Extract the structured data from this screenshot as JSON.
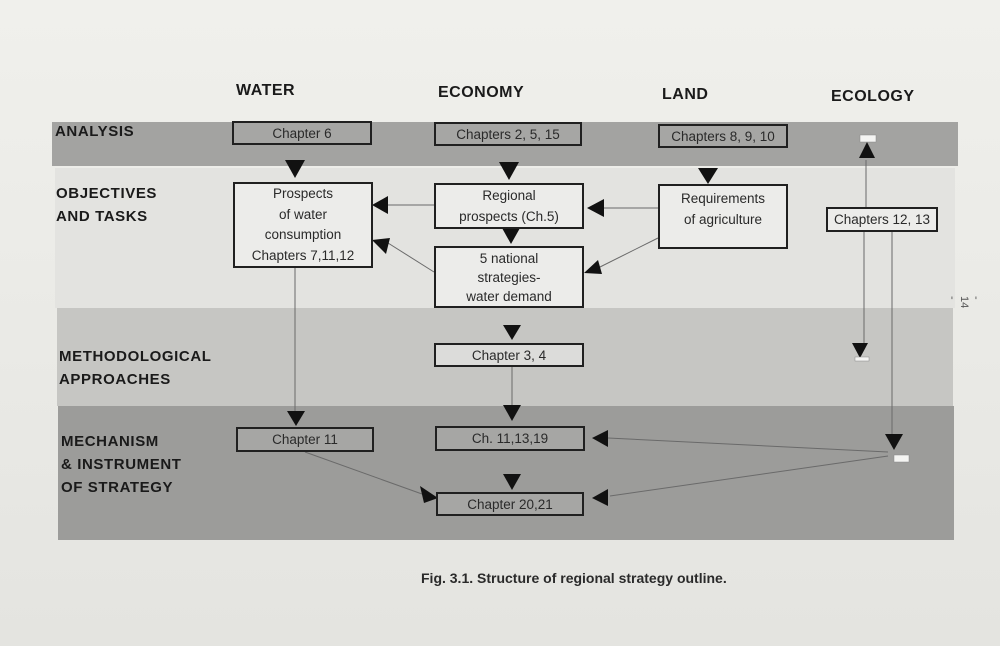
{
  "columns": {
    "water": "WATER",
    "economy": "ECONOMY",
    "land": "LAND",
    "ecology": "ECOLOGY"
  },
  "rows": {
    "analysis": [
      "ANALYSIS"
    ],
    "objectives": [
      "OBJECTIVES",
      "AND TASKS"
    ],
    "methodological": [
      "METHODOLOGICAL",
      "APPROACHES"
    ],
    "mechanism": [
      "MECHANISM",
      "& INSTRUMENT",
      "OF STRATEGY"
    ]
  },
  "boxes": {
    "water_analysis": [
      "Chapter 6"
    ],
    "economy_analysis": [
      "Chapters 2, 5, 15"
    ],
    "land_analysis": [
      "Chapters 8, 9, 10"
    ],
    "water_prospects": [
      "Prospects",
      "of water",
      "consumption",
      "Chapters 7,11,12"
    ],
    "regional_prospects": [
      "Regional",
      "prospects (Ch.5)"
    ],
    "requirements_agriculture": [
      "Requirements",
      "of agriculture"
    ],
    "ecology_chapters": [
      "Chapters 12, 13"
    ],
    "national_strategies": [
      "5 national",
      "strategies-",
      "water demand"
    ],
    "methods_chapters": [
      "Chapter 3, 4"
    ],
    "water_mechanism": [
      "Chapter 11"
    ],
    "economy_mechanism": [
      "Ch. 11,13,19"
    ],
    "final_chapters": [
      "Chapter 20,21"
    ]
  },
  "caption": "Fig. 3.1. Structure of regional strategy outline.",
  "page_number": "- 14 -"
}
